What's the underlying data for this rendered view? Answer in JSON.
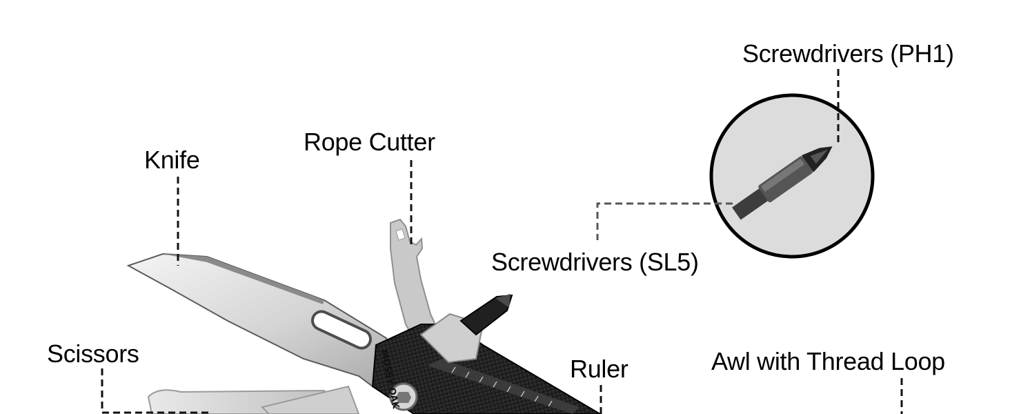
{
  "labels": {
    "knife": "Knife",
    "rope_cutter": "Rope Cutter",
    "screwdriver_ph1": "Screwdrivers (PH1)",
    "screwdriver_sl5": "Screwdrivers (SL5)",
    "scissors": "Scissors",
    "ruler": "Ruler",
    "awl": "Awl with Thread Loop"
  },
  "tool": {
    "brand_mark": "MOSSY OAK"
  },
  "colors": {
    "background": "#ffffff",
    "text": "#000000",
    "leader_line": "#111111",
    "leader_line_gray": "#555555",
    "blade": "#cfcfcf",
    "handle": "#1a1a1a",
    "inset_fill": "#dcdcdc"
  }
}
